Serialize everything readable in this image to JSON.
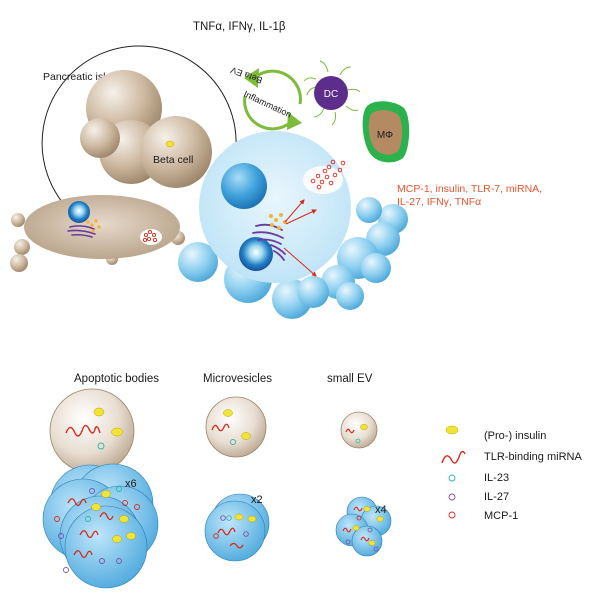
{
  "top": {
    "cytokines_label": "TNFα, IFNγ, IL-1β",
    "islet_label": "Pancreatic islet",
    "beta_cell_label": "Beta cell",
    "cycle_top_label": "Beta EV",
    "cycle_bottom_label": "Inflammation",
    "dc_label": "DC",
    "macrophage_label": "MΦ",
    "cargo_line1": "MCP-1, insulin, TLR-7, miRNA,",
    "cargo_line2": "IL-27, IFNγ, TNFα"
  },
  "ev_types": {
    "apoptotic_bodies": {
      "label": "Apoptotic bodies",
      "multiplier": "x6"
    },
    "microvesicles": {
      "label": "Microvesicles",
      "multiplier": "x2"
    },
    "small_ev": {
      "label": "small EV",
      "multiplier": "x4"
    }
  },
  "legend": {
    "items": [
      {
        "label": "(Pro-) insulin",
        "icon": "insulin-icon"
      },
      {
        "label": "TLR-binding miRNA",
        "icon": "mirna-icon"
      },
      {
        "label": "IL-23",
        "icon": "il23-icon"
      },
      {
        "label": "IL-27",
        "icon": "il27-icon"
      },
      {
        "label": "MCP-1",
        "icon": "mcp1-icon"
      }
    ]
  },
  "colors": {
    "insulin": "#f2e435",
    "mirna": "#d9281c",
    "il23": "#2fb5a8",
    "il27": "#7a52a8",
    "mcp1": "#d9281c",
    "annotation_red": "#e8542a",
    "cycle_green": "#7dbb3a",
    "dc_purple": "#5c2d8a",
    "macrophage_green": "#2bb24c",
    "macrophage_brown": "#b48a62",
    "tan_cell": "#c9b49b",
    "ev_blue": "#55b2e3"
  }
}
